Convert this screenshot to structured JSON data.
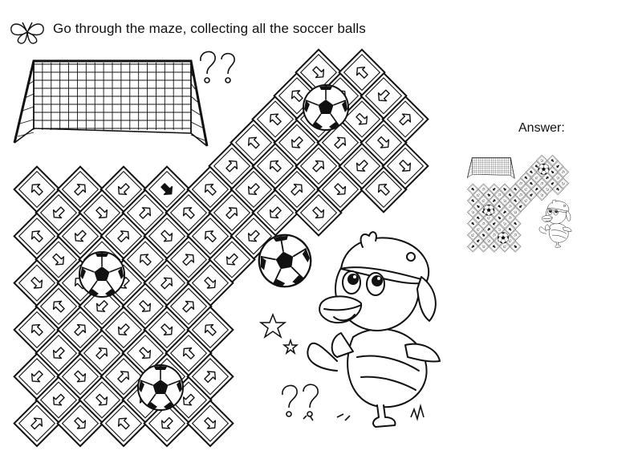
{
  "title": "Go through the maze, collecting all the soccer balls",
  "answer_label": "Answer:",
  "icons": {
    "butterfly": "butterfly-icon",
    "goal": "soccer-goal-icon",
    "ball": "soccer-ball-icon",
    "duck": "duck-character-icon",
    "question": "question-mark-icon",
    "star": "star-icon"
  },
  "colors": {
    "ink": "#111111",
    "paper": "#ffffff",
    "answer_arrow": "#000000"
  },
  "maze": {
    "cols": 15,
    "rows": 11,
    "balls": [
      [
        9,
        3
      ],
      [
        3,
        7
      ],
      [
        6,
        11
      ]
    ],
    "start_marker_dir": "up-left",
    "end_marker_dir": "down-right"
  }
}
